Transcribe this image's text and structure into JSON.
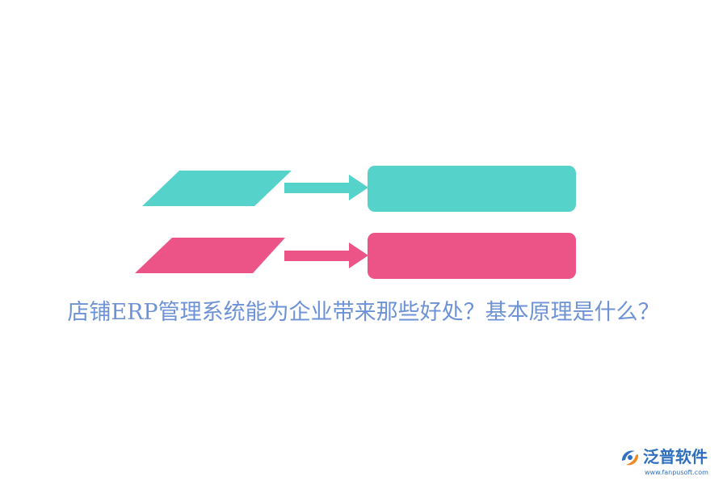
{
  "headline": "店铺ERP管理系统能为企业带来那些好处？基本原理是什么？",
  "logo": {
    "name": "泛普软件",
    "url": "www.fanpusoft.com"
  },
  "colors": {
    "teal": "#55d3ca",
    "pink": "#ec5487",
    "headline": "#6d93d6",
    "logo_name": "#2f6fc0",
    "logo_url": "#2f6fc0",
    "logo_orange": "#f08a24"
  }
}
